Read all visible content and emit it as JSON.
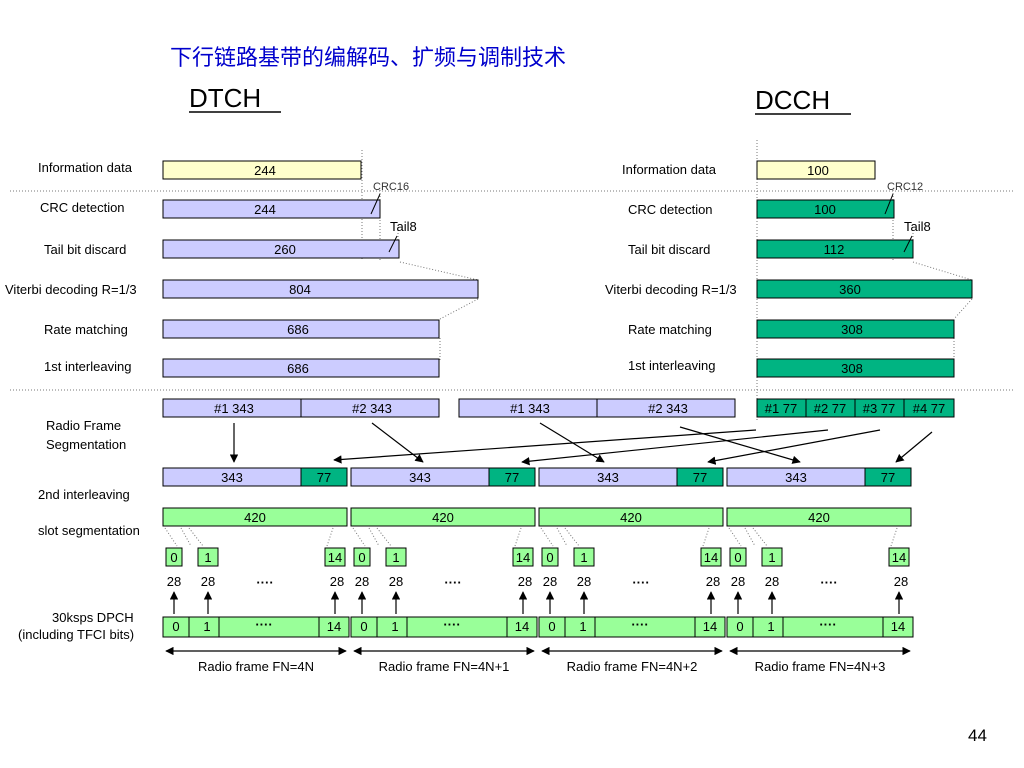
{
  "title": "下行链路基带的编解码、扩频与调制技术",
  "dtch": {
    "header": "DTCH",
    "info_value": "244",
    "crc_value": "244",
    "tail_value": "260",
    "viterbi_value": "804",
    "rate_value": "686",
    "interleave_value": "686",
    "seg1": "#1  343",
    "seg2": "#2  343",
    "crc_note": "CRC16",
    "tail_note": "Tail8"
  },
  "dcch": {
    "header": "DCCH",
    "info_value": "100",
    "crc_value": "100",
    "tail_value": "112",
    "viterbi_value": "360",
    "rate_value": "308",
    "interleave_value": "308",
    "crc_note": "CRC12",
    "tail_note": "Tail8",
    "seg_cells": [
      "#1 77",
      "#2 77",
      "#3 77",
      "#4 77"
    ]
  },
  "dtch2": {
    "seg1": "#1  343",
    "seg2": "#2  343"
  },
  "labels": {
    "information_data": "Information data",
    "crc_detection": "CRC detection",
    "tail_bit_discard": "Tail bit discard",
    "viterbi": "Viterbi decoding R=1/3",
    "rate_matching": "Rate matching",
    "first_interleaving": "1st interleaving",
    "radio_frame_seg_1": "Radio Frame",
    "radio_frame_seg_2": "Segmentation",
    "second_interleaving": "2nd  interleaving",
    "slot_segmentation": "slot segmentation",
    "dpch_1": "30ksps DPCH",
    "dpch_2": "(including TFCI bits)"
  },
  "frames": [
    {
      "dtch_value": "343",
      "dcch_value": "77",
      "slot_value": "420",
      "radio_frame": "Radio frame FN=4N"
    },
    {
      "dtch_value": "343",
      "dcch_value": "77",
      "slot_value": "420",
      "radio_frame": "Radio frame FN=4N+1"
    },
    {
      "dtch_value": "343",
      "dcch_value": "77",
      "slot_value": "420",
      "radio_frame": "Radio frame FN=4N+2"
    },
    {
      "dtch_value": "343",
      "dcch_value": "77",
      "slot_value": "420",
      "radio_frame": "Radio frame FN=4N+3"
    }
  ],
  "slots": {
    "first": "0",
    "second": "1",
    "last": "14",
    "bits": "28",
    "dots": "····"
  },
  "page_number": "44",
  "colors": {
    "yellow": "#ffffcc",
    "lavender": "#ccccff",
    "teal": "#00b482",
    "light_green": "#ccffcc",
    "green": "#99ff99",
    "title_blue": "#0000cc"
  }
}
